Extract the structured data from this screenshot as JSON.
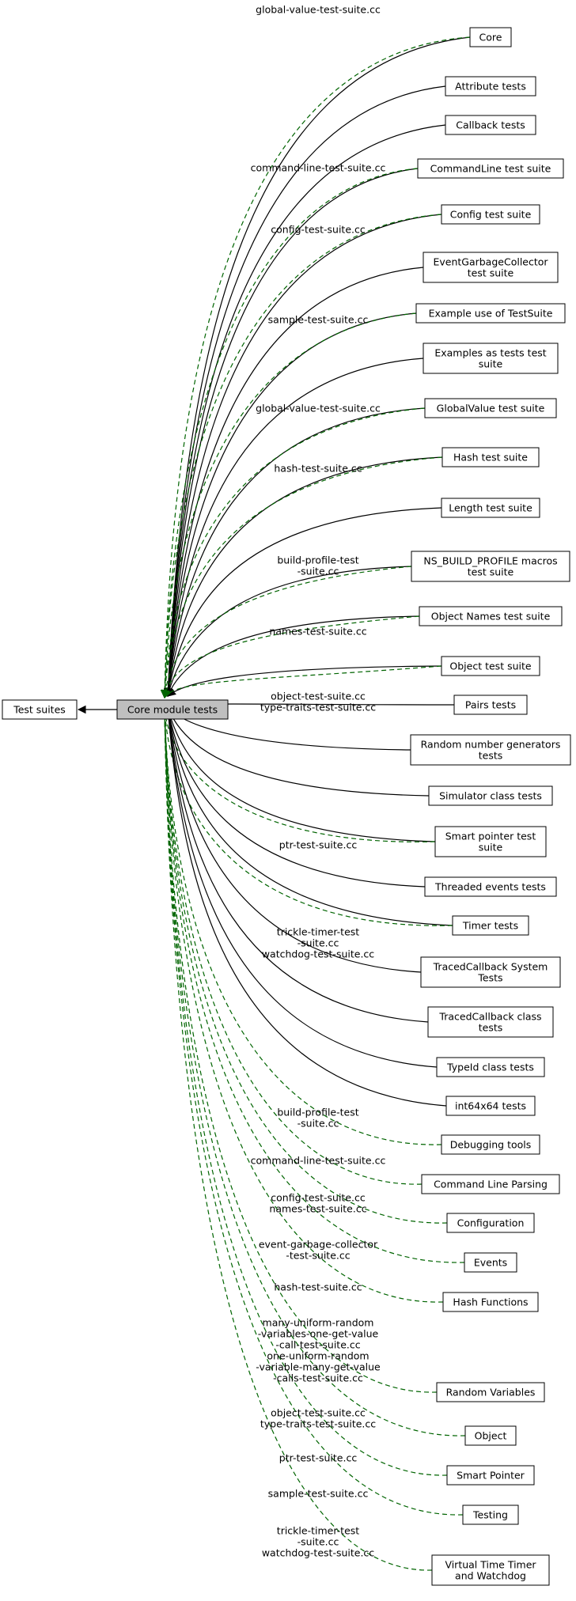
{
  "graph": {
    "center": "Core module tests",
    "parent": "Test suites",
    "targets": [
      {
        "id": "core",
        "label": "Core"
      },
      {
        "id": "attribute-tests",
        "label": "Attribute tests"
      },
      {
        "id": "callback-tests",
        "label": "Callback tests"
      },
      {
        "id": "commandline-test-suite",
        "label": "CommandLine test suite"
      },
      {
        "id": "config-test-suite",
        "label": "Config test suite"
      },
      {
        "id": "eventgarbagecollector-test-suite",
        "label": "EventGarbageCollector\ntest suite"
      },
      {
        "id": "example-use-of-testsuite",
        "label": "Example use of TestSuite"
      },
      {
        "id": "examples-as-tests-test-suite",
        "label": "Examples as tests test\nsuite"
      },
      {
        "id": "globalvalue-test-suite",
        "label": "GlobalValue test suite"
      },
      {
        "id": "hash-test-suite",
        "label": "Hash test suite"
      },
      {
        "id": "length-test-suite",
        "label": "Length test suite"
      },
      {
        "id": "ns-build-profile-macros-test-suite",
        "label": "NS_BUILD_PROFILE macros\ntest suite"
      },
      {
        "id": "object-names-test-suite",
        "label": "Object Names test suite"
      },
      {
        "id": "object-test-suite",
        "label": "Object test suite"
      },
      {
        "id": "pairs-tests",
        "label": "Pairs tests"
      },
      {
        "id": "random-number-generators-tests",
        "label": "Random number generators\ntests"
      },
      {
        "id": "simulator-class-tests",
        "label": "Simulator class tests"
      },
      {
        "id": "smart-pointer-test-suite",
        "label": "Smart pointer test\nsuite"
      },
      {
        "id": "threaded-events-tests",
        "label": "Threaded events tests"
      },
      {
        "id": "timer-tests",
        "label": "Timer tests"
      },
      {
        "id": "tracedcallback-system-tests",
        "label": "TracedCallback System\nTests"
      },
      {
        "id": "tracedcallback-class-tests",
        "label": "TracedCallback class\ntests"
      },
      {
        "id": "typeid-class-tests",
        "label": "TypeId class tests"
      },
      {
        "id": "int64x64-tests",
        "label": "int64x64 tests"
      },
      {
        "id": "debugging-tools",
        "label": "Debugging tools"
      },
      {
        "id": "command-line-parsing",
        "label": "Command Line Parsing"
      },
      {
        "id": "configuration",
        "label": "Configuration"
      },
      {
        "id": "events",
        "label": "Events"
      },
      {
        "id": "hash-functions",
        "label": "Hash Functions"
      },
      {
        "id": "random-variables",
        "label": "Random Variables"
      },
      {
        "id": "object",
        "label": "Object"
      },
      {
        "id": "smart-pointer",
        "label": "Smart Pointer"
      },
      {
        "id": "testing",
        "label": "Testing"
      },
      {
        "id": "virtual-time-timer-and-watchdog",
        "label": "Virtual Time Timer\nand Watchdog"
      }
    ],
    "edge_labels": [
      {
        "id": "lbl-core",
        "text": "global-value-test-suite.cc"
      },
      {
        "id": "lbl-commandline",
        "text": "command-line-test-suite.cc"
      },
      {
        "id": "lbl-config",
        "text": "config-test-suite.cc"
      },
      {
        "id": "lbl-example",
        "text": "sample-test-suite.cc"
      },
      {
        "id": "lbl-globalvalue",
        "text": "global-value-test-suite.cc"
      },
      {
        "id": "lbl-hash",
        "text": "hash-test-suite.cc"
      },
      {
        "id": "lbl-nsbuild",
        "text": "build-profile-test\n-suite.cc"
      },
      {
        "id": "lbl-objectnames",
        "text": "names-test-suite.cc"
      },
      {
        "id": "lbl-objecttest",
        "text": "object-test-suite.cc\ntype-traits-test-suite.cc"
      },
      {
        "id": "lbl-smartptr",
        "text": "ptr-test-suite.cc"
      },
      {
        "id": "lbl-timer",
        "text": "trickle-timer-test\n-suite.cc\nwatchdog-test-suite.cc"
      },
      {
        "id": "lbl-debugging",
        "text": "build-profile-test\n-suite.cc"
      },
      {
        "id": "lbl-cmdparsing",
        "text": "command-line-test-suite.cc"
      },
      {
        "id": "lbl-configuration",
        "text": "config-test-suite.cc\nnames-test-suite.cc"
      },
      {
        "id": "lbl-events",
        "text": "event-garbage-collector\n-test-suite.cc"
      },
      {
        "id": "lbl-hashfn",
        "text": "hash-test-suite.cc"
      },
      {
        "id": "lbl-randomvars",
        "text": "many-uniform-random\n-variables-one-get-value\n-call-test-suite.cc\none-uniform-random\n-variable-many-get-value\n-calls-test-suite.cc"
      },
      {
        "id": "lbl-object",
        "text": "object-test-suite.cc\ntype-traits-test-suite.cc"
      },
      {
        "id": "lbl-smartpointer",
        "text": "ptr-test-suite.cc"
      },
      {
        "id": "lbl-testing",
        "text": "sample-test-suite.cc"
      },
      {
        "id": "lbl-virtualtime",
        "text": "trickle-timer-test\n-suite.cc\nwatchdog-test-suite.cc"
      }
    ]
  },
  "colors": {
    "solid_edge": "#000000",
    "dashed_edge": "#006400",
    "center_fill": "#bfbfbf",
    "node_fill": "#ffffff"
  }
}
